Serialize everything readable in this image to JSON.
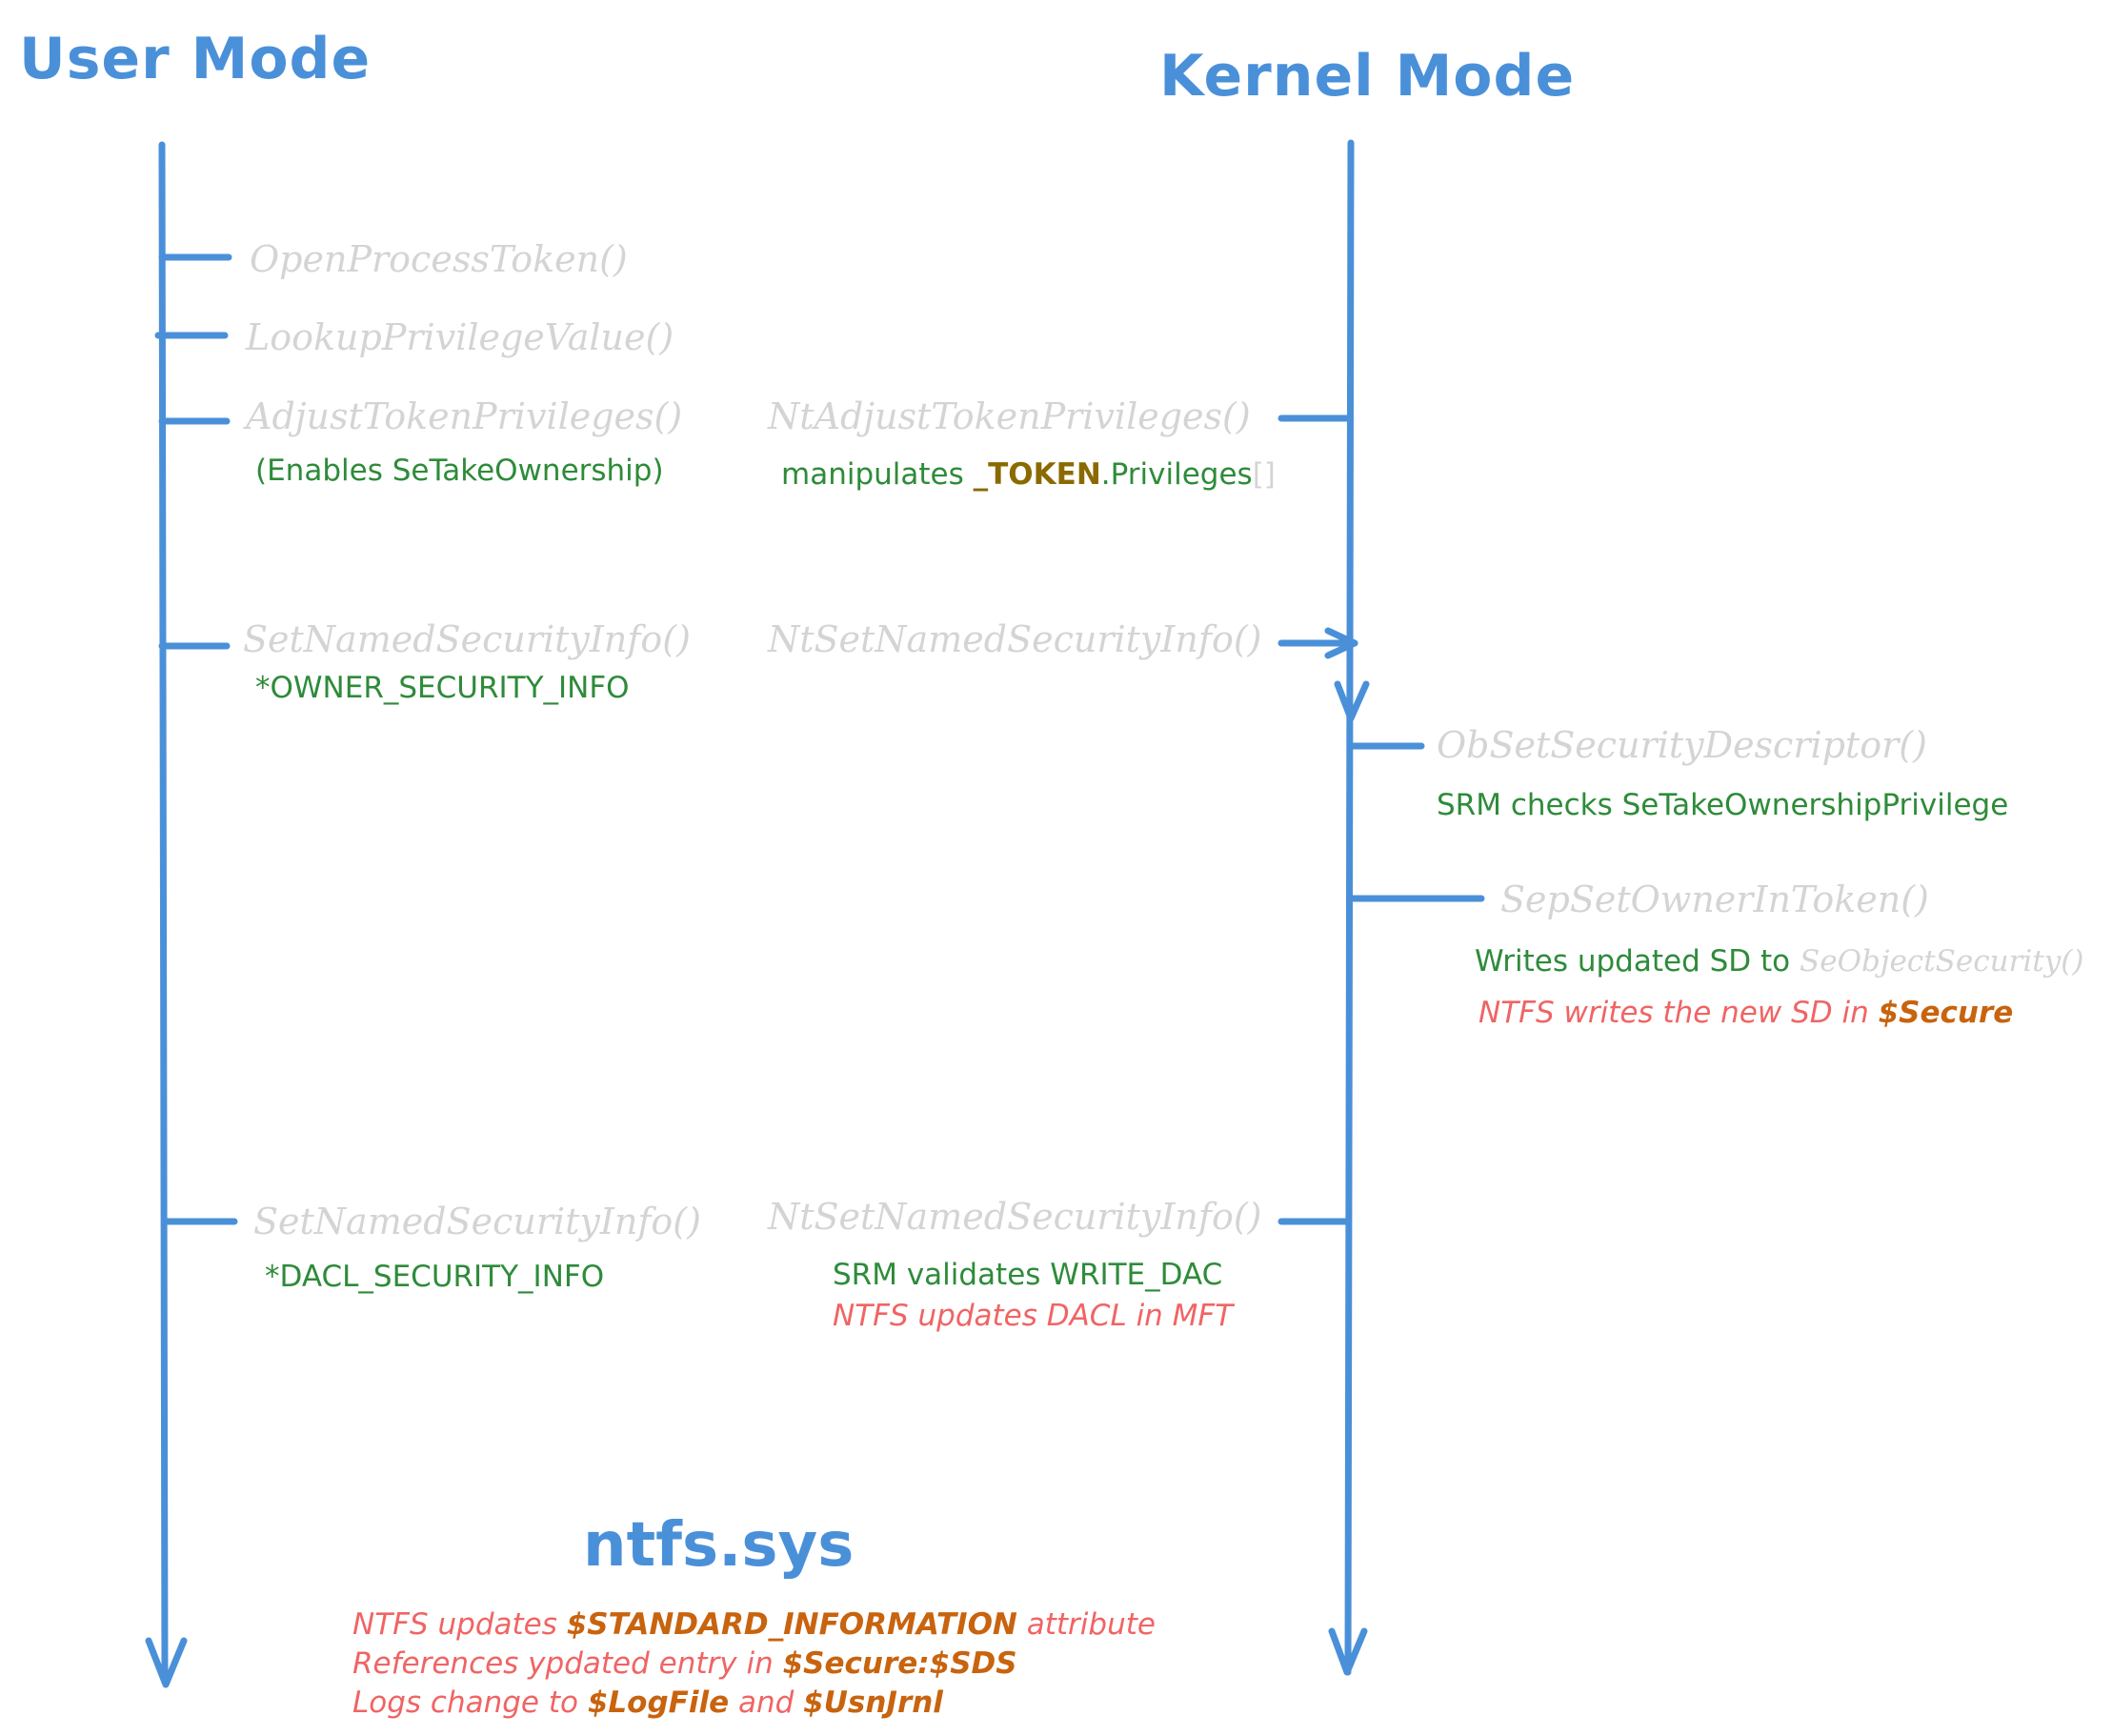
{
  "headers": {
    "user_mode": "User Mode",
    "kernel_mode": "Kernel Mode"
  },
  "user": {
    "open_process_token": "OpenProcessToken()",
    "lookup_privilege_value": "LookupPrivilegeValue()",
    "adjust_token_privileges": "AdjustTokenPrivileges()",
    "adjust_note": "(Enables SeTakeOwnership)",
    "set_named_security_info_1": "SetNamedSecurityInfo()",
    "owner_security_info": "*OWNER_SECURITY_INFO",
    "set_named_security_info_2": "SetNamedSecurityInfo()",
    "dacl_security_info": "*DACL_SECURITY_INFO"
  },
  "kernel": {
    "nt_adjust_token_privileges": "NtAdjustTokenPrivileges()",
    "manipulates_prefix": "manipulates ",
    "token_name": "_TOKEN",
    "privileges_suffix": ".Privileges",
    "brackets": "[]",
    "nt_set_named_security_info_1": "NtSetNamedSecurityInfo()",
    "ob_set_security_descriptor": "ObSetSecurityDescriptor()",
    "srm_checks": "SRM checks SeTakeOwnershipPrivilege",
    "sep_set_owner_in_token": "SepSetOwnerInToken()",
    "writes_updated_prefix": "Writes updated SD to ",
    "se_object_security": "SeObjectSecurity()",
    "ntfs_writes_prefix": "NTFS writes the new SD in ",
    "secure": "$Secure",
    "nt_set_named_security_info_2": "NtSetNamedSecurityInfo()",
    "srm_validates": "SRM validates WRITE_DAC",
    "ntfs_updates_dacl": "NTFS updates DACL in MFT"
  },
  "ntfs": {
    "title": "ntfs.sys",
    "line1_prefix": "NTFS updates ",
    "standard_information": "$STANDARD_INFORMATION",
    "line1_suffix": " attribute",
    "line2_prefix": "References ypdated entry in ",
    "secure_sds": "$Secure:$SDS",
    "line3_prefix": "Logs change to ",
    "logfile": "$LogFile",
    "line3_and": " and ",
    "usnjrnl": "$UsnJrnl"
  },
  "colors": {
    "line_blue": "#4a90d9",
    "function_gray": "#d4d4d4",
    "note_green": "#2e8b3a",
    "note_red": "#f06464",
    "highlight_orange": "#c8630e",
    "token_brown": "#8a6a00"
  }
}
